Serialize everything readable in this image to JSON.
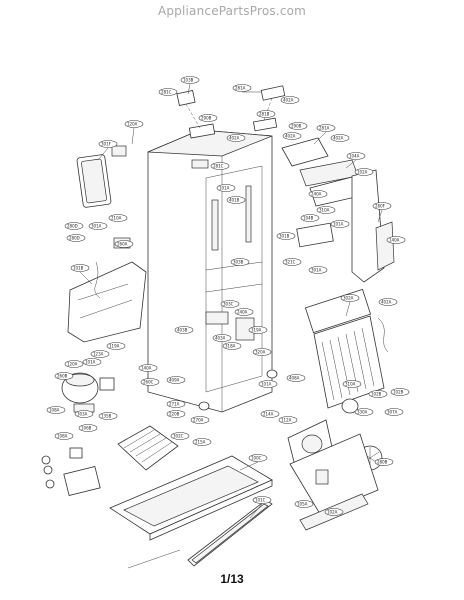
{
  "header": {
    "watermark": "AppliancePartsPros.com"
  },
  "footer": {
    "page": "1/13"
  },
  "callouts": [
    "103B",
    "281A",
    "402A",
    "281C",
    "290B",
    "402A",
    "281B",
    "402A",
    "281C",
    "290B",
    "120A",
    "301F",
    "281A",
    "402A",
    "104A",
    "102A",
    "101A",
    "401B",
    "240A",
    "280F",
    "310A",
    "104B",
    "101A",
    "140A",
    "301B",
    "210A",
    "260A",
    "280D",
    "301A",
    "280D",
    "101B",
    "303B",
    "321C",
    "301A",
    "302A",
    "402A",
    "303C",
    "240A",
    "403B",
    "403A",
    "318A",
    "319A",
    "320A",
    "119A",
    "123A",
    "120A",
    "101A",
    "260B",
    "140A",
    "260C",
    "409A",
    "408A",
    "101A",
    "310A",
    "102B",
    "102B",
    "330A",
    "307A",
    "271A",
    "270A",
    "214A",
    "112A",
    "220B",
    "108A",
    "303A",
    "135B",
    "106B",
    "108A",
    "215A",
    "302C",
    "100C",
    "101C",
    "105A",
    "102A",
    "280B"
  ]
}
